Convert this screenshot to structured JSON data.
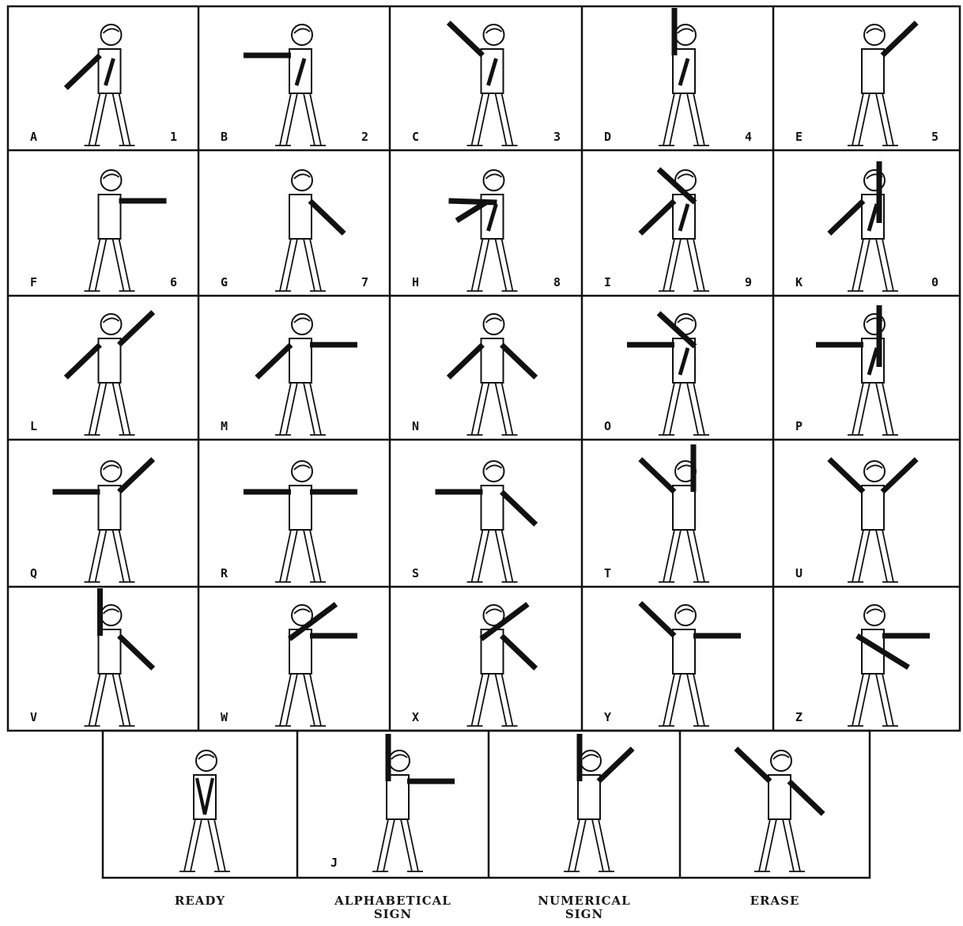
{
  "chart": {
    "grid": [
      [
        {
          "letter": "A",
          "number": "1",
          "left": "down",
          "right": "sw-45"
        },
        {
          "letter": "B",
          "number": "2",
          "left": "down",
          "right": "w"
        },
        {
          "letter": "C",
          "number": "3",
          "left": "down",
          "right": "nw-45"
        },
        {
          "letter": "D",
          "number": "4",
          "left": "down",
          "right": "up"
        },
        {
          "letter": "E",
          "number": "5",
          "left": "ne-45",
          "right": "down"
        }
      ],
      [
        {
          "letter": "F",
          "number": "6",
          "left": "e",
          "right": "down"
        },
        {
          "letter": "G",
          "number": "7",
          "left": "se-45",
          "right": "down"
        },
        {
          "letter": "H",
          "number": "8",
          "left": "down",
          "right": "w-low-cross"
        },
        {
          "letter": "I",
          "number": "9",
          "left": "down",
          "right": "sw-45",
          "extra": "nw-45-across"
        },
        {
          "letter": "K",
          "number": "0",
          "left": "down",
          "right": "sw-45",
          "extra": "up-left"
        }
      ],
      [
        {
          "letter": "L",
          "number": "",
          "left": "ne-45",
          "right": "sw-45"
        },
        {
          "letter": "M",
          "number": "",
          "left": "e",
          "right": "sw-45"
        },
        {
          "letter": "N",
          "number": "",
          "left": "se-45",
          "right": "sw-45"
        },
        {
          "letter": "O",
          "number": "",
          "left": "down",
          "right": "w",
          "extra": "nw-45-across"
        },
        {
          "letter": "P",
          "number": "",
          "left": "down",
          "right": "w",
          "extra": "up-left"
        }
      ],
      [
        {
          "letter": "Q",
          "number": "",
          "left": "ne-45",
          "right": "w"
        },
        {
          "letter": "R",
          "number": "",
          "left": "e",
          "right": "w"
        },
        {
          "letter": "S",
          "number": "",
          "left": "se-45",
          "right": "w"
        },
        {
          "letter": "T",
          "number": "",
          "left": "up",
          "right": "nw-45"
        },
        {
          "letter": "U",
          "number": "",
          "left": "ne-45",
          "right": "nw-45"
        }
      ],
      [
        {
          "letter": "V",
          "number": "",
          "left": "se-45",
          "right": "up"
        },
        {
          "letter": "W",
          "number": "",
          "left": "e",
          "right": "ne-45-across"
        },
        {
          "letter": "X",
          "number": "",
          "left": "se-45",
          "right": "ne-45-across"
        },
        {
          "letter": "Y",
          "number": "",
          "left": "e",
          "right": "nw-45"
        },
        {
          "letter": "Z",
          "number": "",
          "left": "e",
          "right": "se-45-across"
        }
      ]
    ],
    "special": [
      {
        "letter": "",
        "left": "down-cross",
        "right": "down-cross",
        "caption_lines": [
          "READY"
        ]
      },
      {
        "letter": "J",
        "left": "e",
        "right": "up",
        "caption_lines": [
          "ALPHABETICAL",
          "SIGN"
        ]
      },
      {
        "letter": "",
        "left": "ne-45",
        "right": "up",
        "caption_lines": [
          "NUMERICAL",
          "SIGN"
        ]
      },
      {
        "letter": "",
        "left": "se-45",
        "right": "nw-45",
        "caption_lines": [
          "ERASE"
        ]
      }
    ]
  }
}
